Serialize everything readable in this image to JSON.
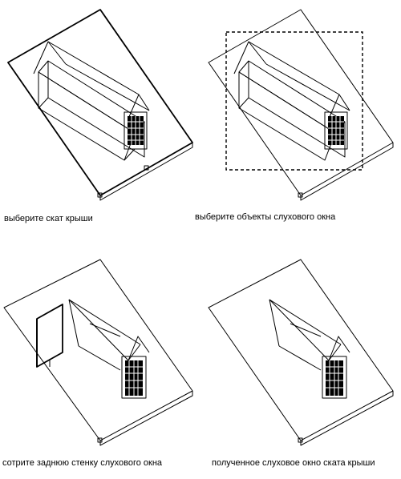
{
  "steps": [
    {
      "caption": "выберите скат крыши"
    },
    {
      "caption": "выберите объекты слухового окна"
    },
    {
      "caption": "сотрите заднюю стенку слухового окна"
    },
    {
      "caption": "полученное слуховое окно ската крыши"
    }
  ]
}
